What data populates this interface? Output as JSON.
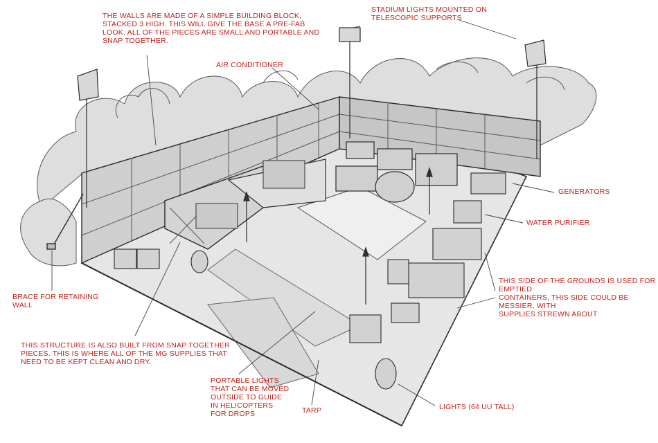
{
  "colors": {
    "annotation": "#c0201a",
    "line": "#2a2a2a",
    "foliage": "#dcdcdc",
    "ground": "#e4e4e4",
    "wall": "#cfcfcf"
  },
  "annotations": {
    "walls": "THE WALLS ARE MADE OF A SIMPLE BUILDING BLOCK,\nSTACKED 3 HIGH.  THIS WILL GIVE THE BASE A PRE-FAB\nLOOK.  ALL OF THE PIECES ARE SMALL AND PORTABLE AND\nSNAP TOGETHER.",
    "stadium_lights": "STADIUM LIGHTS MOUNTED ON\nTELESCOPIC SUPPORTS",
    "air_conditioner": "AIR CONDITIONER",
    "generators": "GENERATORS",
    "water_purifier": "WATER PURIFIER",
    "grounds_side": "THIS SIDE OF THE GROUNDS IS USED FOR EMPTIED\nCONTAINERS, THIS SIDE COULD BE MESSIER, WITH\nSUPPLIES STREWN ABOUT",
    "brace": "BRACE FOR RETAINING\nWALL",
    "structure": "THIS STRUCTURE IS ALSO BUILT FROM SNAP TOGETHER\nPIECES. THIS IS WHERE ALL OF THE MG SUPPLIES THAT\nNEED TO BE KEPT CLEAN AND DRY.",
    "portable_lights": "PORTABLE LIGHTS\nTHAT CAN BE MOVED\nOUTSIDE TO GUIDE\nIN HELICOPTERS\nFOR DROPS",
    "tarp": "TARP",
    "lights": "LIGHTS (64 UU TALL)"
  }
}
